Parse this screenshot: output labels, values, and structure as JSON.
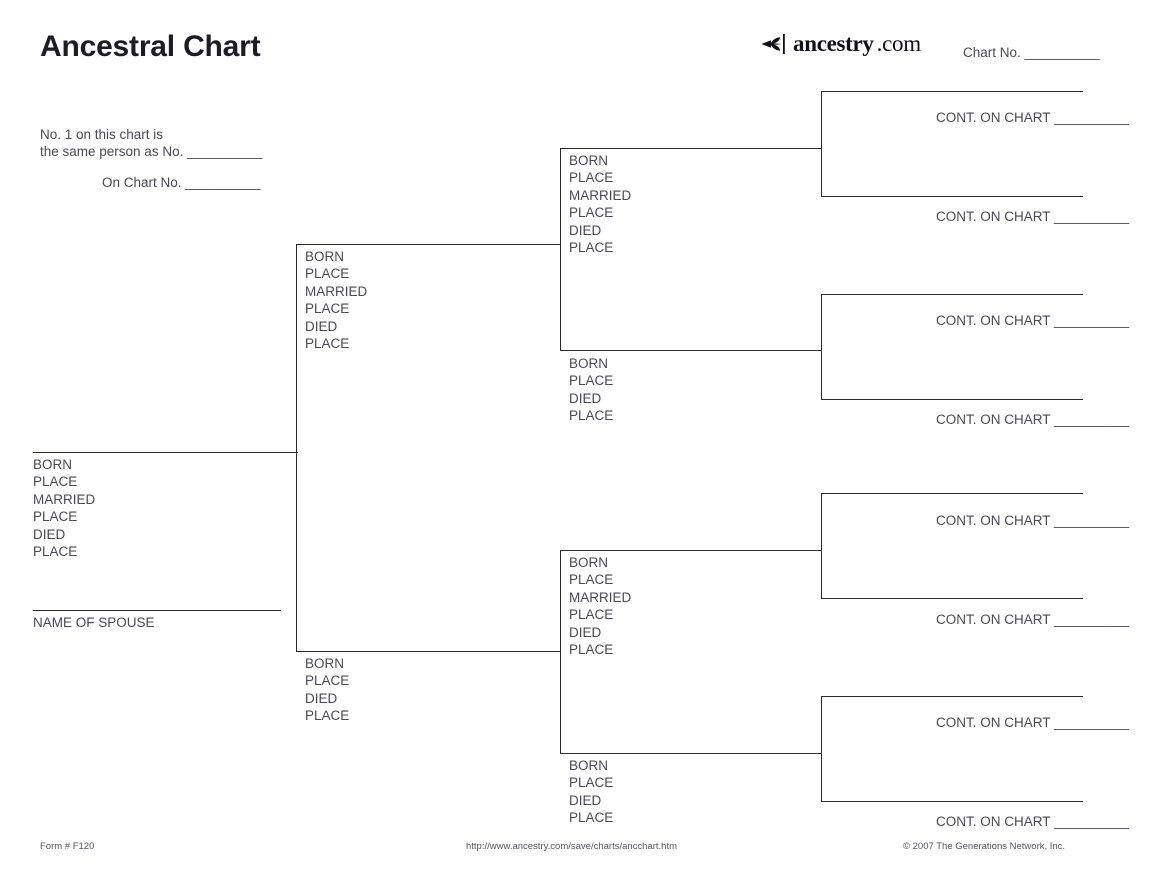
{
  "header": {
    "title": "Ancestral Chart",
    "brand_name": "ancestry",
    "brand_tld": ".com",
    "brand_icon": "ancestry-leaf-icon",
    "chart_no": "Chart No. __________"
  },
  "note": {
    "line1": "No. 1 on this chart is",
    "line2": "the same person as No. __________",
    "line3": "On Chart No. __________"
  },
  "fields": {
    "full": [
      "BORN",
      "PLACE",
      "MARRIED",
      "PLACE",
      "DIED",
      "PLACE"
    ],
    "short": [
      "BORN",
      "PLACE",
      "DIED",
      "PLACE"
    ],
    "spouse": "NAME OF SPOUSE"
  },
  "person1": {
    "labels": [
      "BORN",
      "PLACE",
      "MARRIED",
      "PLACE",
      "DIED",
      "PLACE"
    ],
    "spouse_label": "NAME OF SPOUSE"
  },
  "generation2": [
    {
      "labels": [
        "BORN",
        "PLACE",
        "MARRIED",
        "PLACE",
        "DIED",
        "PLACE"
      ]
    },
    {
      "labels": [
        "BORN",
        "PLACE",
        "DIED",
        "PLACE"
      ]
    }
  ],
  "generation3": [
    {
      "labels": [
        "BORN",
        "PLACE",
        "MARRIED",
        "PLACE",
        "DIED",
        "PLACE"
      ]
    },
    {
      "labels": [
        "BORN",
        "PLACE",
        "DIED",
        "PLACE"
      ]
    },
    {
      "labels": [
        "BORN",
        "PLACE",
        "MARRIED",
        "PLACE",
        "DIED",
        "PLACE"
      ]
    },
    {
      "labels": [
        "BORN",
        "PLACE",
        "DIED",
        "PLACE"
      ]
    }
  ],
  "generation4": [
    {
      "cont": "CONT. ON CHART __________"
    },
    {
      "cont": "CONT. ON CHART __________"
    },
    {
      "cont": "CONT. ON CHART __________"
    },
    {
      "cont": "CONT. ON CHART __________"
    },
    {
      "cont": "CONT. ON CHART __________"
    },
    {
      "cont": "CONT. ON CHART __________"
    },
    {
      "cont": "CONT. ON CHART __________"
    },
    {
      "cont": "CONT. ON CHART __________"
    }
  ],
  "footer": {
    "form": "Form # F120",
    "url": "http://www.ancestry.com/save/charts/ancchart.htm",
    "copyright": "© 2007 The Generations Network, Inc."
  },
  "colors": {
    "ink": "#2b2b2b",
    "label": "#4a4a52",
    "title": "#1c1c24"
  }
}
